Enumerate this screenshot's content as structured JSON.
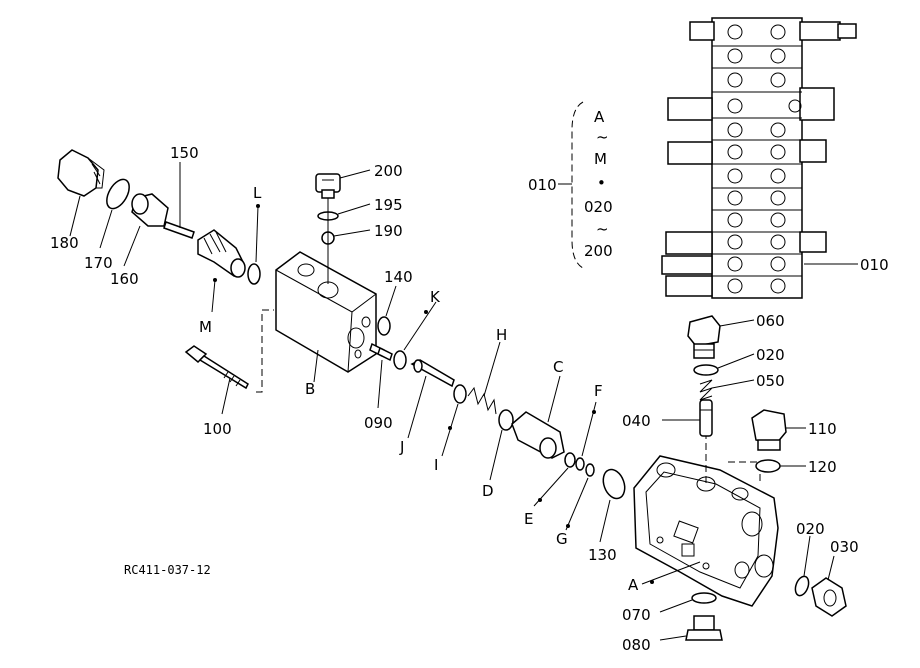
{
  "drawing_code": "RC411-037-12",
  "labels": {
    "l_180": "180",
    "l_170": "170",
    "l_160": "160",
    "l_150": "150",
    "l_M": "M",
    "l_L": "L",
    "l_200": "200",
    "l_195": "195",
    "l_190": "190",
    "l_140": "140",
    "l_K": "K",
    "l_H": "H",
    "l_C": "C",
    "l_F": "F",
    "l_B": "B",
    "l_100": "100",
    "l_090": "090",
    "l_J": "J",
    "l_I": "I",
    "l_D": "D",
    "l_E": "E",
    "l_G": "G",
    "l_130": "130",
    "l_A": "A",
    "l_060": "060",
    "l_020a": "020",
    "l_050": "050",
    "l_040": "040",
    "l_110": "110",
    "l_120": "120",
    "l_020b": "020",
    "l_030": "030",
    "l_070": "070",
    "l_080": "080",
    "l_010_right": "010"
  },
  "bracket": {
    "label": "010",
    "lines": [
      "A",
      "~",
      "M",
      "•",
      "020",
      "~",
      "200"
    ]
  }
}
